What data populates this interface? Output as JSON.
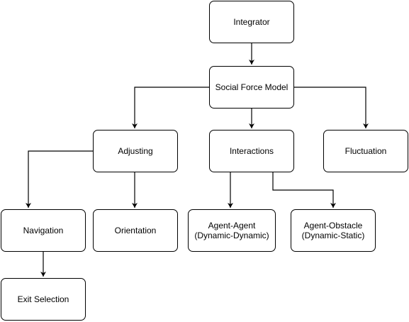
{
  "diagram": {
    "nodes": {
      "integrator": "Integrator",
      "social_force_model": "Social Force Model",
      "adjusting": "Adjusting",
      "interactions": "Interactions",
      "fluctuation": "Fluctuation",
      "navigation": "Navigation",
      "orientation": "Orientation",
      "agent_agent": [
        "Agent-Agent",
        "(Dynamic-Dynamic)"
      ],
      "agent_obstacle": [
        "Agent-Obstacle",
        "(Dynamic-Static)"
      ],
      "exit_selection": "Exit Selection"
    },
    "edges": [
      {
        "from": "Integrator",
        "to": "Social Force Model"
      },
      {
        "from": "Social Force Model",
        "to": "Adjusting"
      },
      {
        "from": "Social Force Model",
        "to": "Interactions"
      },
      {
        "from": "Social Force Model",
        "to": "Fluctuation"
      },
      {
        "from": "Adjusting",
        "to": "Navigation"
      },
      {
        "from": "Adjusting",
        "to": "Orientation"
      },
      {
        "from": "Interactions",
        "to": "Agent-Agent (Dynamic-Dynamic)"
      },
      {
        "from": "Interactions",
        "to": "Agent-Obstacle (Dynamic-Static)"
      },
      {
        "from": "Navigation",
        "to": "Exit Selection"
      }
    ],
    "colors": {
      "stroke": "#000000",
      "fill": "#ffffff",
      "text": "#000000"
    }
  }
}
